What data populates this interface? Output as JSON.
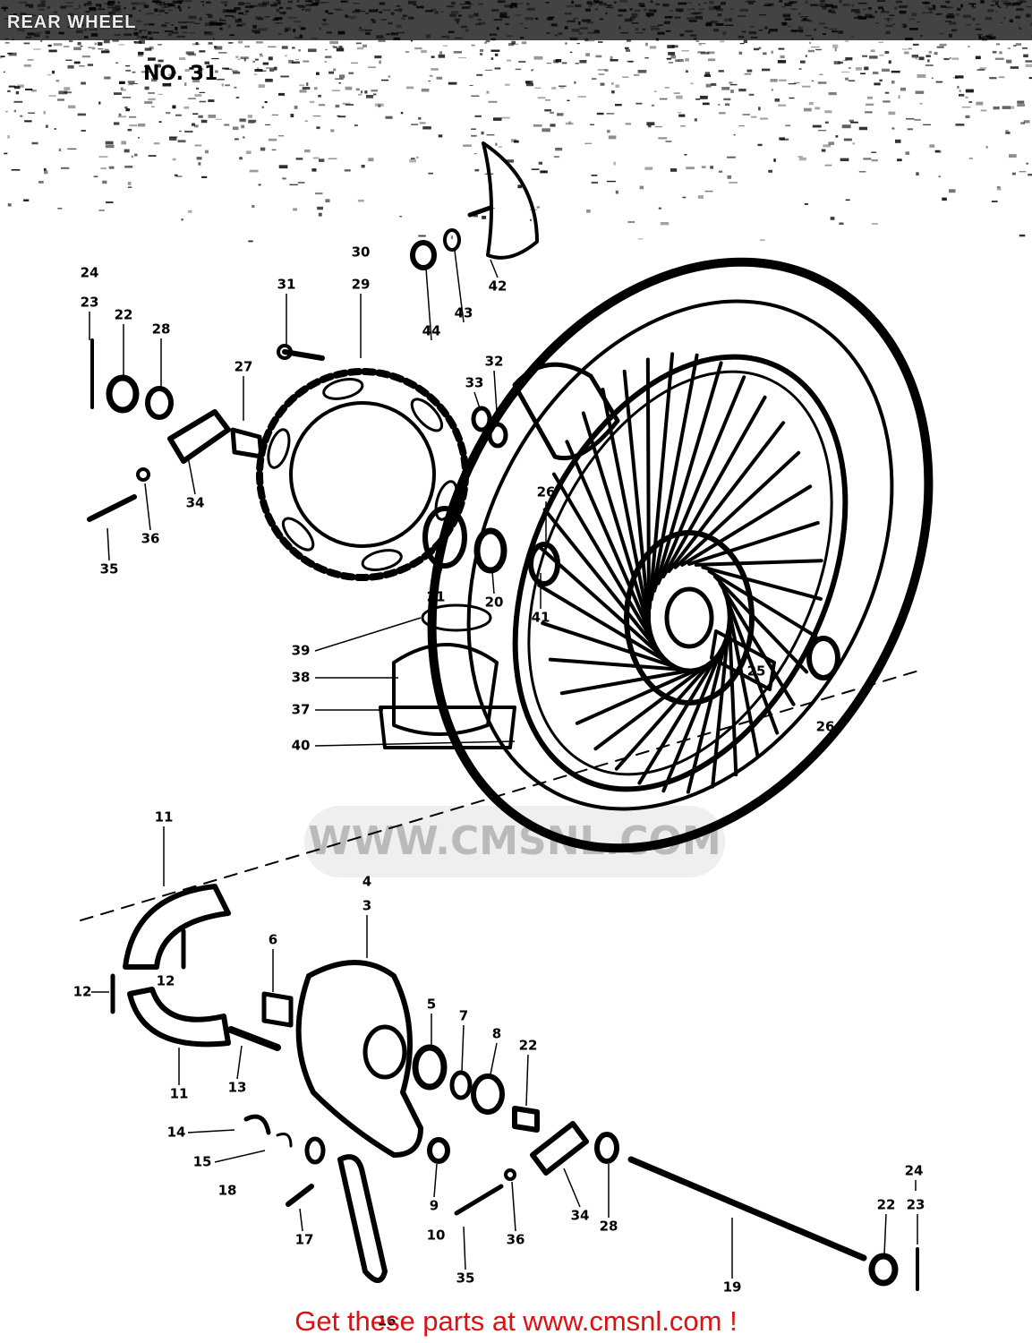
{
  "header": {
    "title": "REAR WHEEL",
    "figure": "NO. 31"
  },
  "watermark": "WWW.CMSNL.COM",
  "footer": "Get these parts at www.cmsnl.com !",
  "callouts": [
    {
      "id": "c24a",
      "text": "24"
    },
    {
      "id": "c23a",
      "text": "23"
    },
    {
      "id": "c22a",
      "text": "22"
    },
    {
      "id": "c28a",
      "text": "28"
    },
    {
      "id": "c27",
      "text": "27"
    },
    {
      "id": "c31",
      "text": "31"
    },
    {
      "id": "c30",
      "text": "30"
    },
    {
      "id": "c29",
      "text": "29"
    },
    {
      "id": "c44a",
      "text": "44"
    },
    {
      "id": "c43",
      "text": "43"
    },
    {
      "id": "c42",
      "text": "42"
    },
    {
      "id": "c32",
      "text": "32"
    },
    {
      "id": "c33",
      "text": "33"
    },
    {
      "id": "c34a",
      "text": "34"
    },
    {
      "id": "c36a",
      "text": "36"
    },
    {
      "id": "c35a",
      "text": "35"
    },
    {
      "id": "c26a",
      "text": "26"
    },
    {
      "id": "c21",
      "text": "21"
    },
    {
      "id": "c20",
      "text": "20"
    },
    {
      "id": "c41",
      "text": "41"
    },
    {
      "id": "c39",
      "text": "39"
    },
    {
      "id": "c38",
      "text": "38"
    },
    {
      "id": "c37",
      "text": "37"
    },
    {
      "id": "c40",
      "text": "40"
    },
    {
      "id": "c25",
      "text": "25"
    },
    {
      "id": "c26b",
      "text": "26"
    },
    {
      "id": "c11a",
      "text": "11"
    },
    {
      "id": "c4",
      "text": "4"
    },
    {
      "id": "c3",
      "text": "3"
    },
    {
      "id": "c6",
      "text": "6"
    },
    {
      "id": "c12a",
      "text": "12"
    },
    {
      "id": "c12b",
      "text": "12"
    },
    {
      "id": "c5",
      "text": "5"
    },
    {
      "id": "c7",
      "text": "7"
    },
    {
      "id": "c8",
      "text": "8"
    },
    {
      "id": "c22b",
      "text": "22"
    },
    {
      "id": "c11b",
      "text": "11"
    },
    {
      "id": "c13",
      "text": "13"
    },
    {
      "id": "c14",
      "text": "14"
    },
    {
      "id": "c15",
      "text": "15"
    },
    {
      "id": "c18",
      "text": "18"
    },
    {
      "id": "c17",
      "text": "17"
    },
    {
      "id": "c9",
      "text": "9"
    },
    {
      "id": "c10",
      "text": "10"
    },
    {
      "id": "c35b",
      "text": "35"
    },
    {
      "id": "c36b",
      "text": "36"
    },
    {
      "id": "c34b",
      "text": "34"
    },
    {
      "id": "c28b",
      "text": "28"
    },
    {
      "id": "c19",
      "text": "19"
    },
    {
      "id": "c24b",
      "text": "24"
    },
    {
      "id": "c23b",
      "text": "23"
    },
    {
      "id": "c22c",
      "text": "22"
    },
    {
      "id": "c16",
      "text": "16"
    }
  ]
}
